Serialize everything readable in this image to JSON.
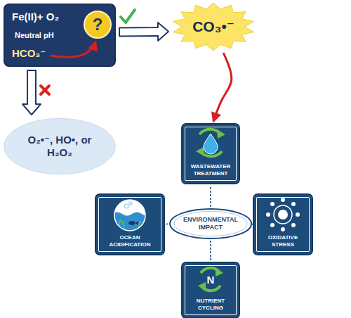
{
  "diagram": {
    "nodes": [
      {
        "text": [
          "Fe(II)+ O₂",
          "Neutral pH",
          "HCO₃⁻"
        ]
      },
      {
        "text": [
          "?"
        ],
        "in": 0
      },
      {
        "text": [
          "CO₃•⁻"
        ]
      },
      {
        "text": [
          "O₂•⁻, HO•, or H₂O₂"
        ]
      },
      {
        "text": [
          "WASTEWATER TREATMENT"
        ]
      },
      {
        "text": [
          "OCEAN ACIDIFICATION"
        ]
      },
      {
        "text": [
          "ENVIRONMENTAL IMPACT"
        ]
      },
      {
        "text": [
          "OXIDATIVE STRESS"
        ]
      },
      {
        "text": [
          "NUTRIENT CYCLING"
        ]
      }
    ],
    "edges": [
      {
        "from": 0,
        "to": 2,
        "arrow": "to"
      },
      {
        "from": 0,
        "to": 3,
        "arrow": "to"
      },
      {
        "from": 2,
        "to": 4,
        "arrow": "to"
      },
      {
        "from": 6,
        "to": 4,
        "arrow": "none"
      },
      {
        "from": 6,
        "to": 5,
        "arrow": "none"
      },
      {
        "from": 6,
        "to": 7,
        "arrow": "none"
      },
      {
        "from": 6,
        "to": 8,
        "arrow": "none"
      }
    ],
    "labels": [
      "N"
    ]
  }
}
